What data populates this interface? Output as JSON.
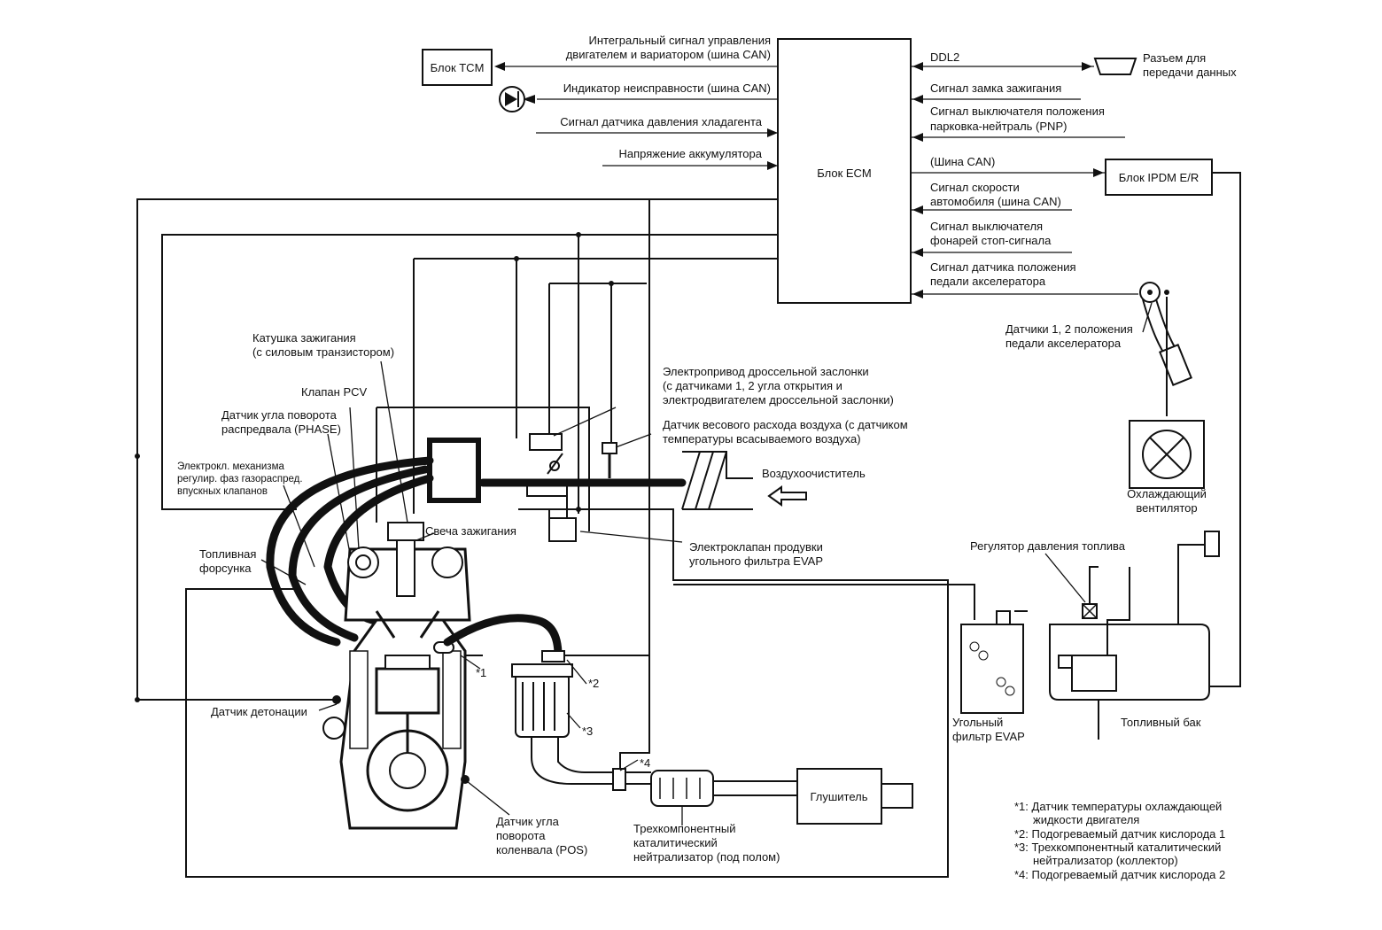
{
  "boxes": {
    "tcm": "Блок TCM",
    "ecm": "Блок ECM",
    "ipdm": "Блок IPDM E/R",
    "muffler": "Глушитель"
  },
  "left_signals": [
    [
      "Интегральный сигнал управления",
      "двигателем и вариатором (шина CAN)"
    ],
    [
      "Индикатор неисправности (шина CAN)"
    ],
    [
      "Сигнал датчика давления хладагента"
    ],
    [
      "Напряжение аккумулятора"
    ]
  ],
  "right_signals": [
    [
      "DDL2"
    ],
    [
      "Сигнал замка зажигания"
    ],
    [
      "Сигнал выключателя положения",
      "парковка-нейтраль (PNP)"
    ],
    [
      "(Шина CAN)"
    ],
    [
      "Сигнал скорости",
      "автомобиля (шина CAN)"
    ],
    [
      "Сигнал выключателя",
      "фонарей стоп-сигнала"
    ],
    [
      "Сигнал датчика положения",
      "педали акселератора"
    ]
  ],
  "labels": {
    "data_connector": [
      "Разъем для",
      "передачи данных"
    ],
    "pedal_sensors": [
      "Датчики 1, 2 положения",
      "педали акселератора"
    ],
    "cooling_fan": [
      "Охлаждающий",
      "вентилятор"
    ],
    "ignition_coil": [
      "Катушка зажигания",
      "(с силовым транзистором)"
    ],
    "pcv_valve": [
      "Клапан PCV"
    ],
    "camshaft_sensor": [
      "Датчик угла поворота",
      "распредвала (PHASE)"
    ],
    "ivt_solenoid": [
      "Электрокл. механизма",
      "регулир. фаз газораспред.",
      "впускных клапанов"
    ],
    "fuel_injector": [
      "Топливная",
      "форсунка"
    ],
    "spark_plug": [
      "Свеча зажигания"
    ],
    "throttle": [
      "Электропривод дроссельной заслонки",
      "(с датчиками 1, 2 угла открытия и",
      "электродвигателем дроссельной заслонки)"
    ],
    "maf_sensor": [
      "Датчик весового расхода воздуха (с датчиком",
      "температуры всасываемого воздуха)"
    ],
    "air_cleaner": [
      "Воздухоочиститель"
    ],
    "evap_purge": [
      "Электроклапан продувки",
      "угольного фильтра EVAP"
    ],
    "fuel_regulator": [
      "Регулятор давления топлива"
    ],
    "evap_canister": [
      "Угольный",
      "фильтр EVAP"
    ],
    "fuel_tank": [
      "Топливный бак"
    ],
    "knock_sensor": [
      "Датчик детонации"
    ],
    "crank_sensor": [
      "Датчик угла",
      "поворота",
      "коленвала (POS)"
    ],
    "catalyst_under": [
      "Трехкомпонентный",
      "каталитический",
      "нейтрализатор (под полом)"
    ],
    "m1": [
      "*1"
    ],
    "m2": [
      "*2"
    ],
    "m3": [
      "*3"
    ],
    "m4": [
      "*4"
    ]
  },
  "legend": [
    [
      "*1: Датчик температуры охлаждающей",
      "жидкости двигателя"
    ],
    [
      "*2: Подогреваемый датчик кислорода 1"
    ],
    [
      "*3: Трехкомпонентный каталитический",
      "нейтрализатор (коллектор)"
    ],
    [
      "*4: Подогреваемый датчик кислорода 2"
    ]
  ],
  "icons": [
    "diode-icon",
    "data-connector-icon",
    "fan-icon",
    "pedal-icon",
    "air-flow-arrow-icon"
  ]
}
